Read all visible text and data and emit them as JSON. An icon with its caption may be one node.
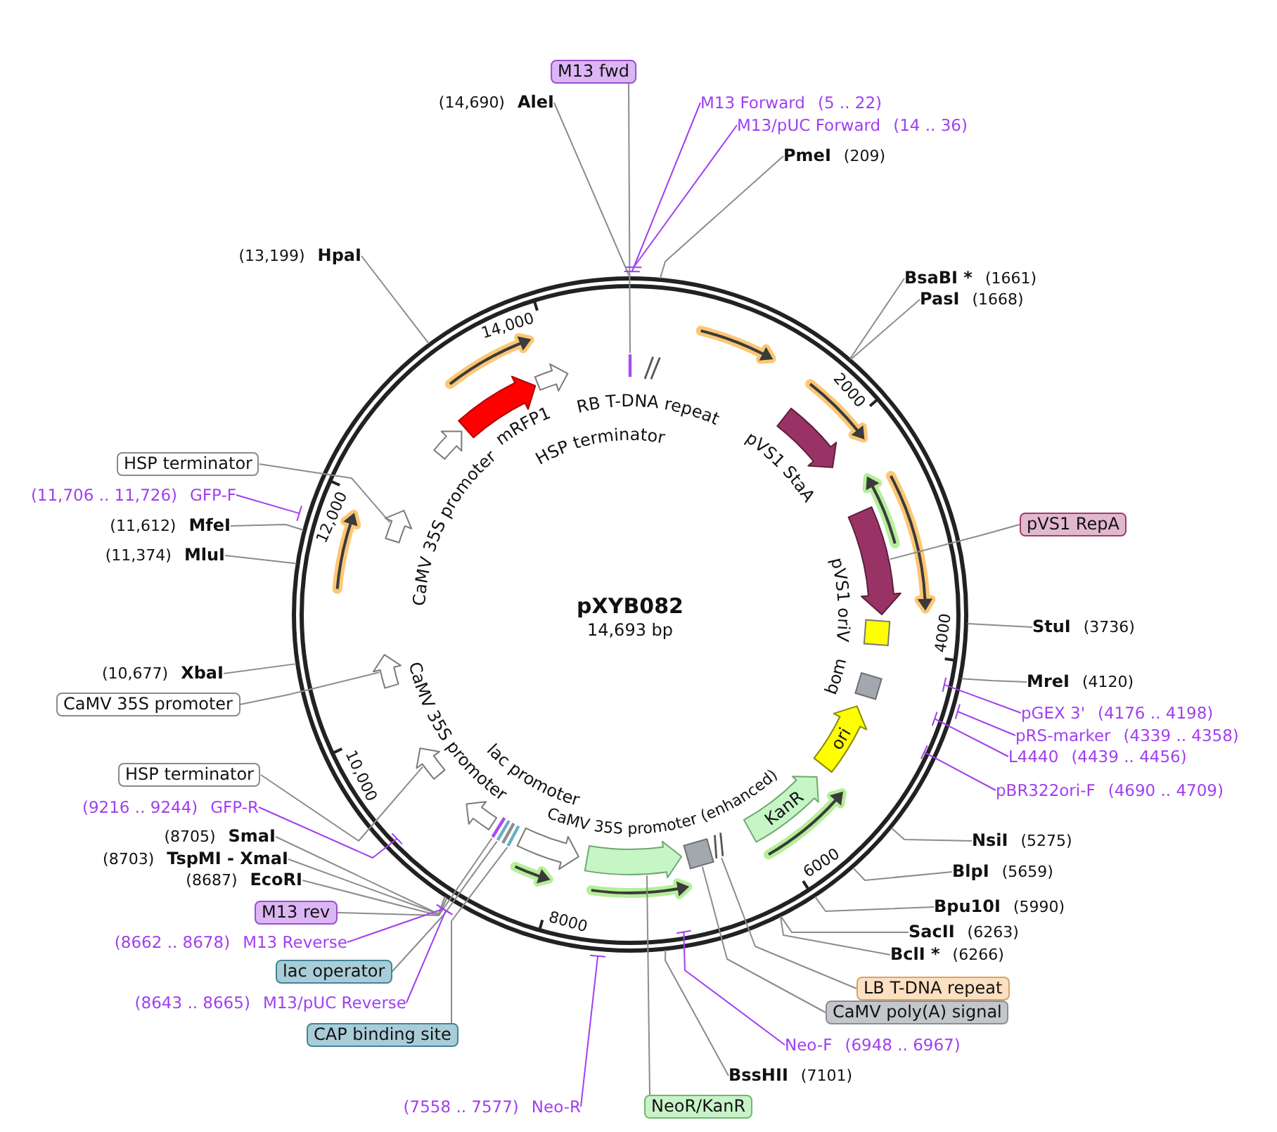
{
  "diagram": {
    "title": "pXYB082",
    "nodes": [
      {
        "text": [
          "M13 fwd"
        ]
      },
      {
        "text": [
          "(14,690)",
          "AleI"
        ]
      },
      {
        "text": [
          "M13 Forward",
          "(5 .. 22)"
        ]
      },
      {
        "text": [
          "M13/pUC Forward",
          "(14 .. 36)"
        ]
      },
      {
        "text": [
          "PmeI",
          "(209)"
        ]
      },
      {
        "text": [
          "(13,199)",
          "HpaI"
        ]
      },
      {
        "text": [
          "BsaBI *",
          "(1661)"
        ]
      },
      {
        "text": [
          "PasI",
          "(1668)"
        ]
      },
      {
        "text": [
          "HSP terminator"
        ]
      },
      {
        "text": [
          "(11,706 .. 11,726)",
          "GFP-F"
        ]
      },
      {
        "text": [
          "pVS1 RepA"
        ]
      },
      {
        "text": [
          "(11,612)",
          "MfeI"
        ]
      },
      {
        "text": [
          "(11,374)",
          "MluI"
        ]
      },
      {
        "text": [
          "StuI",
          "(3736)"
        ]
      },
      {
        "text": [
          "(10,677)",
          "XbaI"
        ]
      },
      {
        "text": [
          "MreI",
          "(4120)"
        ]
      },
      {
        "text": [
          "CaMV 35S promoter"
        ]
      },
      {
        "text": [
          "pGEX 3'",
          "(4176 .. 4198)"
        ]
      },
      {
        "text": [
          "pRS-marker",
          "(4339 .. 4358)"
        ]
      },
      {
        "text": [
          "L4440",
          "(4439 .. 4456)"
        ]
      },
      {
        "text": [
          "HSP terminator"
        ]
      },
      {
        "text": [
          "pBR322ori-F",
          "(4690 .. 4709)"
        ]
      },
      {
        "text": [
          "(9216 .. 9244)",
          "GFP-R"
        ]
      },
      {
        "text": [
          "(8705)",
          "SmaI"
        ]
      },
      {
        "text": [
          "NsiI",
          "(5275)"
        ]
      },
      {
        "text": [
          "(8703)",
          "TspMI - XmaI"
        ]
      },
      {
        "text": [
          "BlpI",
          "(5659)"
        ]
      },
      {
        "text": [
          "(8687)",
          "EcoRI"
        ]
      },
      {
        "text": [
          "Bpu10I",
          "(5990)"
        ]
      },
      {
        "text": [
          "M13 rev"
        ]
      },
      {
        "text": [
          "SacII",
          "(6263)"
        ]
      },
      {
        "text": [
          "(8662 .. 8678)",
          "M13 Reverse"
        ]
      },
      {
        "text": [
          "BclI *",
          "(6266)"
        ]
      },
      {
        "text": [
          "lac operator"
        ]
      },
      {
        "text": [
          "LB T-DNA repeat"
        ]
      },
      {
        "text": [
          "(8643 .. 8665)",
          "M13/pUC Reverse"
        ]
      },
      {
        "text": [
          "CaMV poly(A) signal"
        ]
      },
      {
        "text": [
          "CAP binding site"
        ]
      },
      {
        "text": [
          "Neo-F",
          "(6948 .. 6967)"
        ]
      },
      {
        "text": [
          "BssHII",
          "(7101)"
        ]
      },
      {
        "text": [
          "(7558 .. 7577)",
          "Neo-R"
        ]
      },
      {
        "text": [
          "NeoR/KanR"
        ]
      },
      {
        "text": [],
        "shape": "bar"
      },
      {
        "text": [],
        "shape": "bar",
        "beside": [
          "RB T-DNA repeat"
        ]
      },
      {
        "text": [],
        "shape": "arrow",
        "beside": [
          "pVS1 StaA"
        ]
      },
      {
        "text": [],
        "shape": "arrow"
      },
      {
        "text": [],
        "shape": "box"
      },
      {
        "text": [],
        "shape": "box",
        "beside": [
          "bom"
        ]
      },
      {
        "text": [
          "ori"
        ]
      },
      {
        "text": [
          "KanR"
        ]
      },
      {
        "text": [],
        "shape": "bar"
      },
      {
        "text": [],
        "shape": "box"
      },
      {
        "text": [],
        "shape": "arrow"
      },
      {
        "text": [],
        "shape": "arrow",
        "beside": [
          "CaMV 35S promoter (enhanced)"
        ]
      },
      {
        "text": [],
        "shape": "bar"
      },
      {
        "text": [],
        "shape": "bar"
      },
      {
        "text": [],
        "shape": "bar"
      },
      {
        "text": [],
        "shape": "bar"
      },
      {
        "text": [],
        "shape": "arrow",
        "beside": [
          "CaMV 35S promoter"
        ]
      },
      {
        "text": [],
        "shape": "arrow"
      },
      {
        "text": [],
        "shape": "arrow"
      },
      {
        "text": [],
        "shape": "arrow"
      },
      {
        "text": [],
        "shape": "arrow",
        "beside": [
          "CaMV 35S promoter"
        ]
      },
      {
        "text": [],
        "shape": "arrow",
        "beside": [
          "mRFP1"
        ]
      },
      {
        "text": [],
        "shape": "arrow"
      }
    ],
    "edges": [
      {
        "from": 0,
        "to": 42,
        "arrow": "none"
      },
      {
        "from": 1,
        "to": null,
        "arrow": "none"
      },
      {
        "from": 2,
        "to": null,
        "arrow": "none",
        "color": "#a03ff0"
      },
      {
        "from": 3,
        "to": null,
        "arrow": "none",
        "color": "#a03ff0"
      },
      {
        "from": 4,
        "to": null,
        "arrow": "none"
      },
      {
        "from": 5,
        "to": null,
        "arrow": "none"
      },
      {
        "from": 6,
        "to": null,
        "arrow": "none"
      },
      {
        "from": 7,
        "to": null,
        "arrow": "none"
      },
      {
        "from": 8,
        "to": 61,
        "arrow": "none"
      },
      {
        "from": 9,
        "to": null,
        "arrow": "none",
        "color": "#a03ff0"
      },
      {
        "from": 10,
        "to": 45,
        "arrow": "none"
      },
      {
        "from": 11,
        "to": null,
        "arrow": "none"
      },
      {
        "from": 12,
        "to": null,
        "arrow": "none"
      },
      {
        "from": 13,
        "to": null,
        "arrow": "none"
      },
      {
        "from": 14,
        "to": null,
        "arrow": "none"
      },
      {
        "from": 15,
        "to": null,
        "arrow": "none"
      },
      {
        "from": 16,
        "to": 60,
        "arrow": "none"
      },
      {
        "from": 17,
        "to": null,
        "arrow": "none",
        "color": "#a03ff0"
      },
      {
        "from": 18,
        "to": null,
        "arrow": "none",
        "color": "#a03ff0"
      },
      {
        "from": 19,
        "to": null,
        "arrow": "none",
        "color": "#a03ff0"
      },
      {
        "from": 20,
        "to": 59,
        "arrow": "none"
      },
      {
        "from": 21,
        "to": null,
        "arrow": "none",
        "color": "#a03ff0"
      },
      {
        "from": 22,
        "to": null,
        "arrow": "none",
        "color": "#a03ff0"
      },
      {
        "from": 23,
        "to": null,
        "arrow": "none"
      },
      {
        "from": 24,
        "to": null,
        "arrow": "none"
      },
      {
        "from": 25,
        "to": null,
        "arrow": "none"
      },
      {
        "from": 26,
        "to": null,
        "arrow": "none"
      },
      {
        "from": 27,
        "to": null,
        "arrow": "none"
      },
      {
        "from": 28,
        "to": null,
        "arrow": "none"
      },
      {
        "from": 29,
        "to": 57,
        "arrow": "none"
      },
      {
        "from": 30,
        "to": null,
        "arrow": "none"
      },
      {
        "from": 31,
        "to": null,
        "arrow": "none",
        "color": "#a03ff0"
      },
      {
        "from": 32,
        "to": null,
        "arrow": "none"
      },
      {
        "from": 33,
        "to": 56,
        "arrow": "none"
      },
      {
        "from": 34,
        "to": 50,
        "arrow": "none"
      },
      {
        "from": 35,
        "to": null,
        "arrow": "none",
        "color": "#a03ff0"
      },
      {
        "from": 36,
        "to": 51,
        "arrow": "none"
      },
      {
        "from": 37,
        "to": 54,
        "arrow": "none"
      },
      {
        "from": 38,
        "to": null,
        "arrow": "none",
        "color": "#a03ff0"
      },
      {
        "from": 39,
        "to": null,
        "arrow": "none"
      },
      {
        "from": 40,
        "to": null,
        "arrow": "none",
        "color": "#a03ff0"
      },
      {
        "from": 41,
        "to": 52,
        "arrow": "none"
      }
    ],
    "labels": [
      "14,000",
      "2000",
      "HSP terminator",
      "12,000",
      "pVS1 oriV",
      "14,693 bp",
      "4000",
      "10,000",
      "lac promoter",
      "6000",
      "8000"
    ]
  }
}
